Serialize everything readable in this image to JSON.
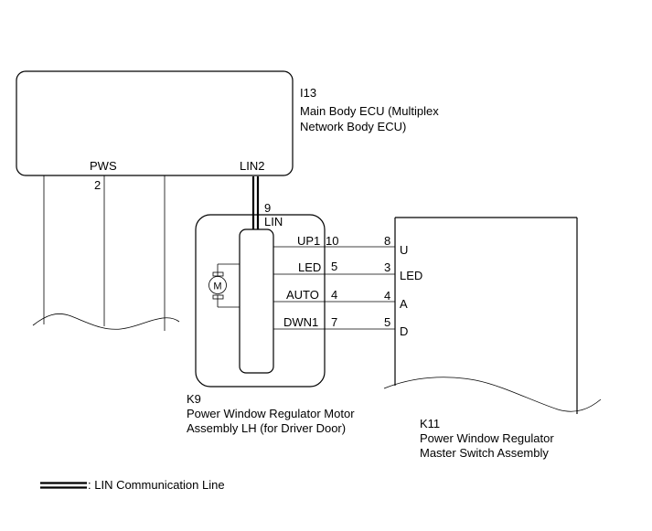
{
  "ecu": {
    "code": "I13",
    "name_line1": "Main Body ECU (Multiplex",
    "name_line2": "Network Body ECU)",
    "pin_pws_label": "PWS",
    "pin_pws_number": "2",
    "pin_lin2_label": "LIN2"
  },
  "motor_assembly": {
    "code": "K9",
    "name_line1": "Power Window Regulator Motor",
    "name_line2": "Assembly LH (for Driver Door)",
    "lin_pin_number": "9",
    "lin_pin_label": "LIN",
    "motor_symbol": "M",
    "pins": [
      {
        "label": "UP1",
        "number": "10"
      },
      {
        "label": "LED",
        "number": "5"
      },
      {
        "label": "AUTO",
        "number": "4"
      },
      {
        "label": "DWN1",
        "number": "7"
      }
    ]
  },
  "master_switch": {
    "code": "K11",
    "name_line1": "Power Window Regulator",
    "name_line2": "Master Switch Assembly",
    "pins": [
      {
        "number": "8",
        "label": "U"
      },
      {
        "number": "3",
        "label": "LED"
      },
      {
        "number": "4",
        "label": "A"
      },
      {
        "number": "5",
        "label": "D"
      }
    ]
  },
  "legend": {
    "label": ": LIN Communication Line"
  }
}
